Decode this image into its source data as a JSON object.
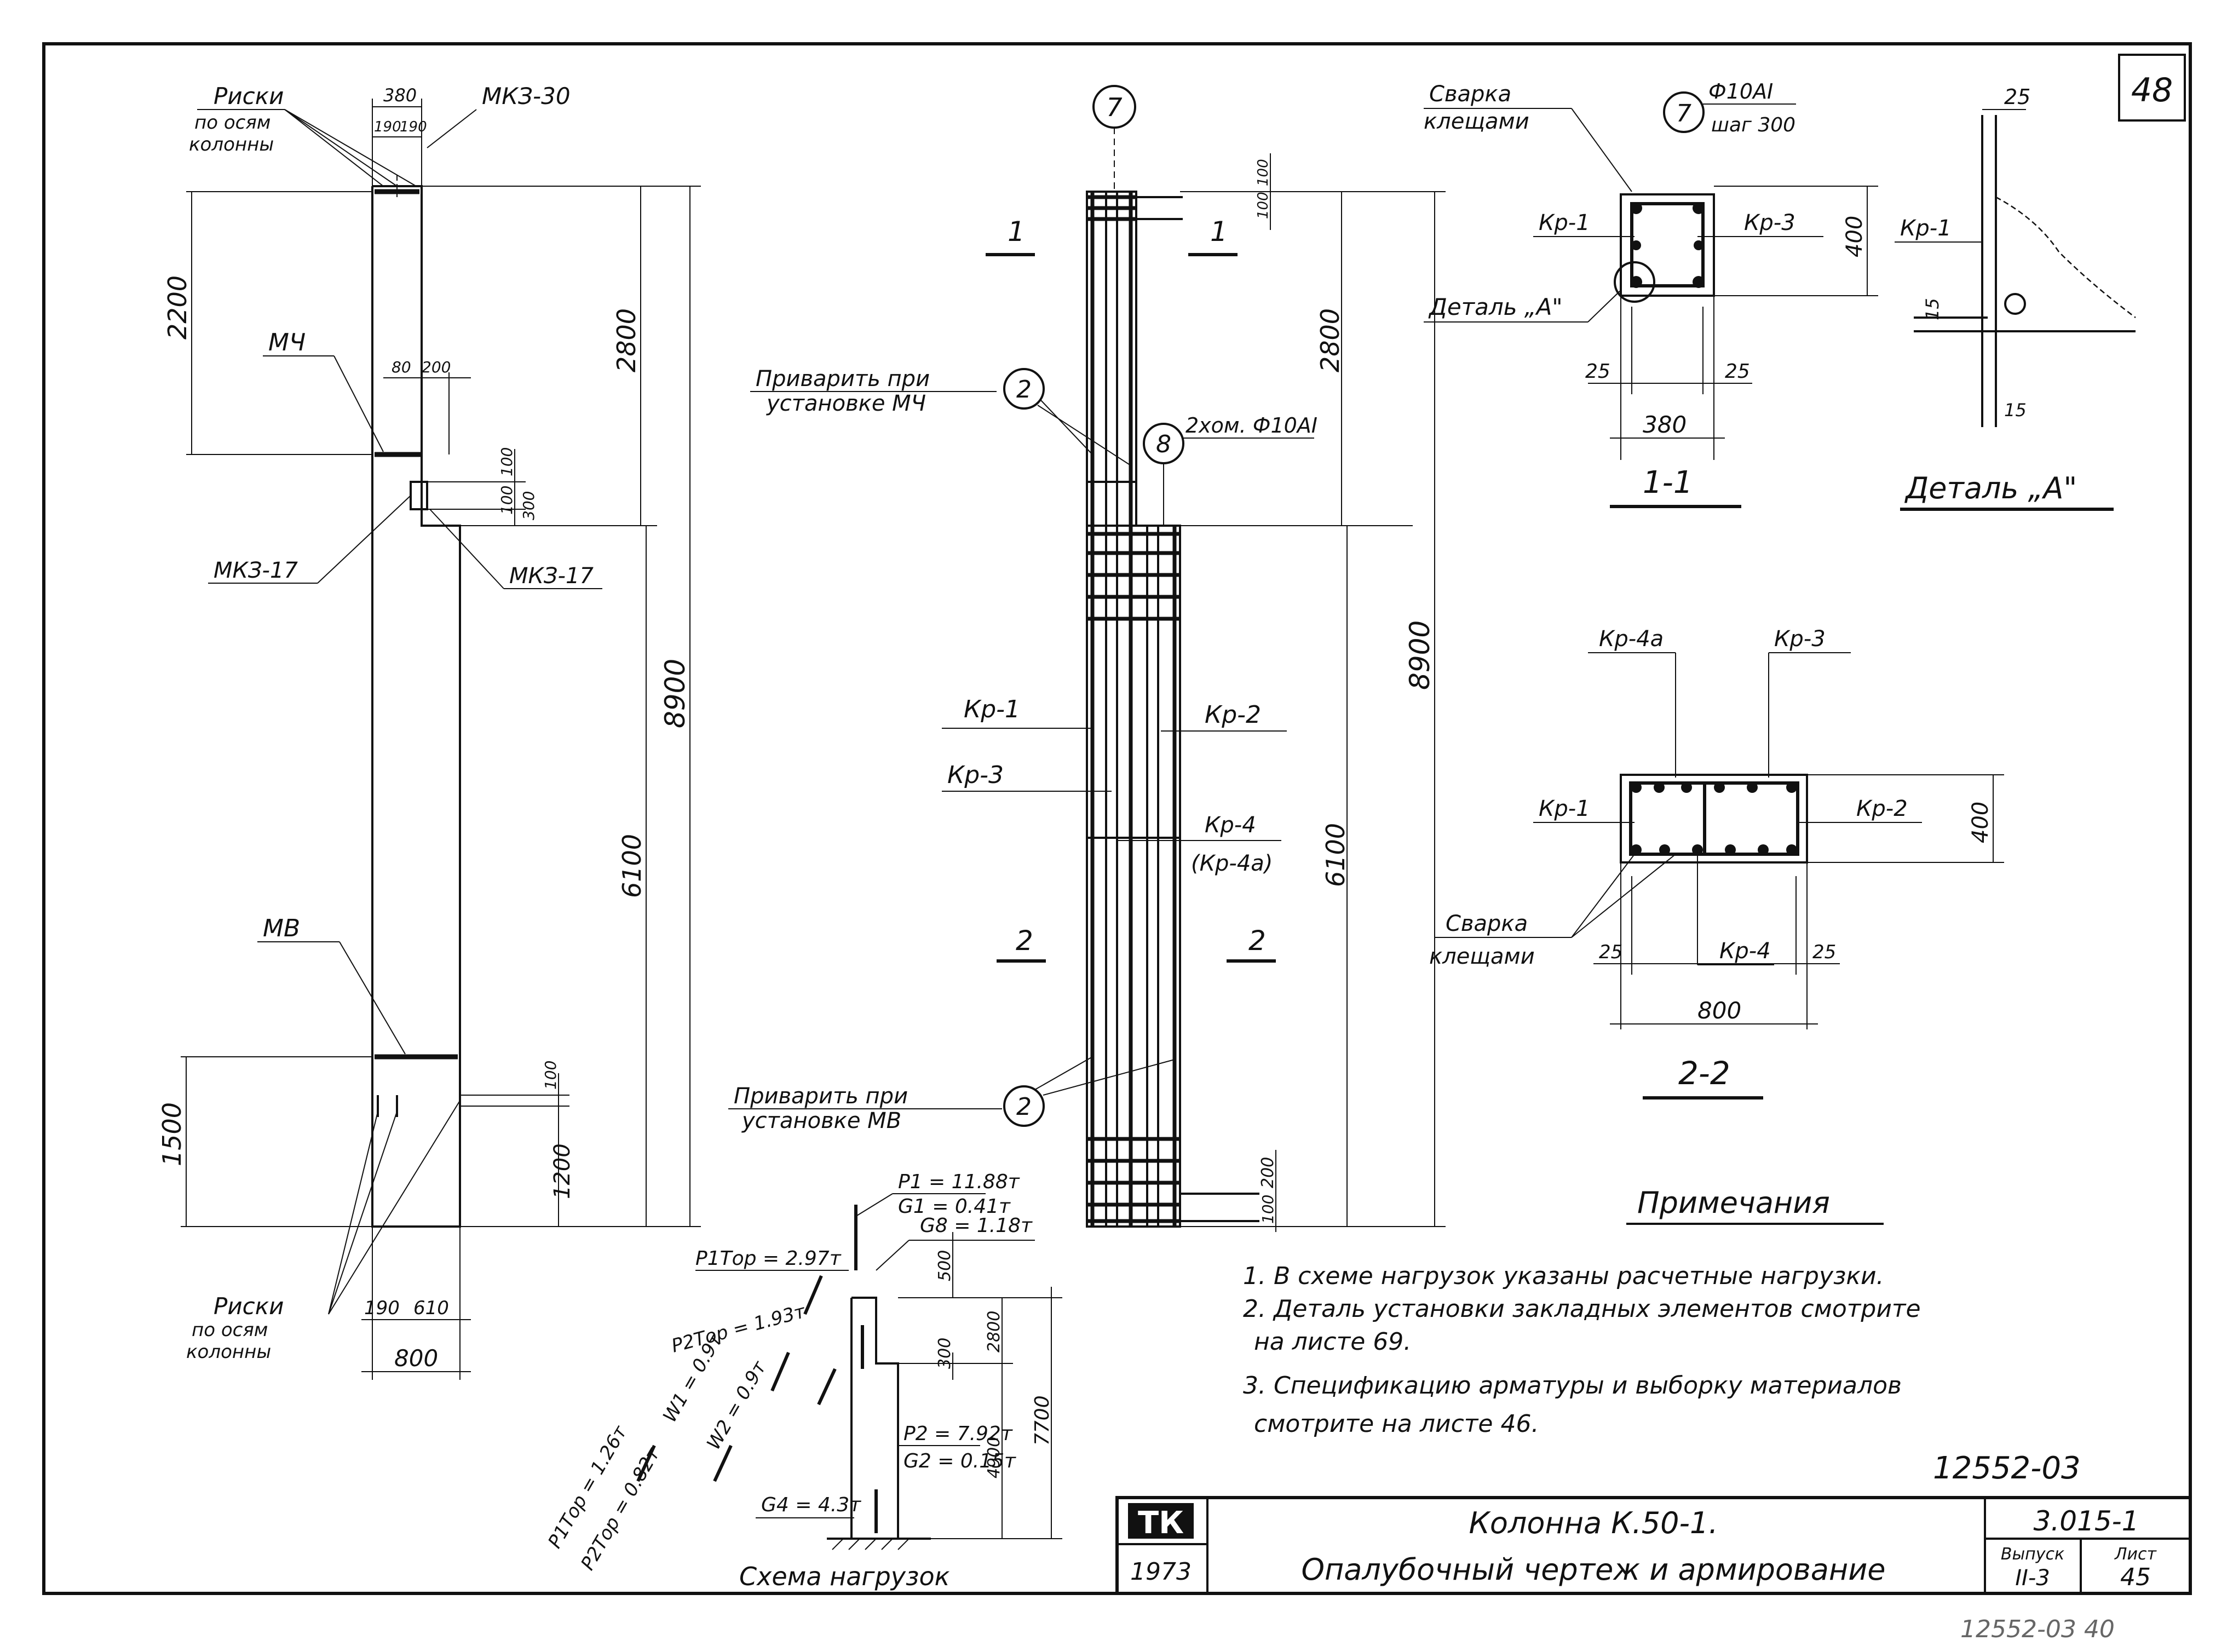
{
  "sheet_number": "48",
  "left_view": {
    "riski_top": [
      "Риски",
      "по осям",
      "колонны"
    ],
    "mkz30": "МКЗ-30",
    "dim_380": "380",
    "dim_190a": "190",
    "dim_190b": "190",
    "dim_2200": "2200",
    "dim_2800": "2800",
    "mch": "МЧ",
    "dim_80": "80",
    "dim_200": "200",
    "dim_100a": "100",
    "dim_100b": "100",
    "dim_300": "300",
    "mkz17_left": "МКЗ-17",
    "mkz17_right": "МКЗ-17",
    "dim_8900": "8900",
    "dim_6100": "6100",
    "mv": "МВ",
    "dim_1500": "1500",
    "dim_100c": "100",
    "dim_1200": "1200",
    "riski_bottom": [
      "Риски",
      "по осям",
      "колонны"
    ],
    "dim_190c": "190",
    "dim_610": "610",
    "dim_800": "800"
  },
  "mid_view": {
    "axis_7": "7",
    "sec1_left": "1",
    "sec1_right": "1",
    "dim_100a": "100",
    "dim_100b": "100",
    "weld_mch": [
      "Приварить при",
      "установке МЧ"
    ],
    "circle_2a": "2",
    "circle_8": "8",
    "two_hom": "2хом. Ф10АI",
    "dim_2800": "2800",
    "dim_8900": "8900",
    "dim_6100": "6100",
    "kr1": "Кр-1",
    "kr2": "Кр-2",
    "kr3": "Кр-3",
    "kr4": "Кр-4",
    "kr4a": "(Кр-4а)",
    "sec2_left": "2",
    "sec2_right": "2",
    "weld_mv": [
      "Приварить при",
      "установке МВ"
    ],
    "circle_2b": "2",
    "dim_200": "200",
    "dim_100c": "100"
  },
  "section_1": {
    "svarka": [
      "Сварка",
      "клещами"
    ],
    "axis_7": "7",
    "f10": "Ф10АI",
    "shag": "шаг 300",
    "kr1": "Кр-1",
    "kr3": "Кр-3",
    "dim_400": "400",
    "detail_a": "Деталь „А\"",
    "dim_25a": "25",
    "dim_25b": "25",
    "dim_380": "380",
    "title": "1-1"
  },
  "detail_a": {
    "dim_25": "25",
    "kr1": "Кр-1",
    "dim_15a": "15",
    "dim_15b": "15",
    "title": "Деталь „А\""
  },
  "section_2": {
    "kr4a": "Кр-4а",
    "kr3": "Кр-3",
    "kr1": "Кр-1",
    "kr2": "Кр-2",
    "dim_400": "400",
    "svarka": [
      "Сварка",
      "клещами"
    ],
    "dim_25a": "25",
    "kr4": "Кр-4",
    "dim_25b": "25",
    "dim_800": "800",
    "title": "2-2"
  },
  "load_scheme": {
    "p1": "P1 = 11.88т",
    "g1": "G1 = 0.41т",
    "p1_tor": "P1Tор = 2.97т",
    "g8": "G8 = 1.18т",
    "p2_tor_x": "P2Tор = 1.93т",
    "w1": "W1 = 0.9т",
    "w2": "W2 = 0.9т",
    "p1_tor_y": "P1Tор = 1.26т",
    "p2_tor_y": "P2Tор = 0.82т",
    "dim_500": "500",
    "dim_2800": "2800",
    "dim_300": "300",
    "dim_4900": "4900",
    "dim_7700": "7700",
    "p2": "P2 = 7.92т",
    "g2": "G2 = 0.15т",
    "g4": "G4 = 4.3т",
    "title": "Схема нагрузок"
  },
  "notes": {
    "heading": "Примечания",
    "lines": [
      "1. В схеме нагрузок указаны расчетные нагрузки.",
      "2. Деталь установки закладных элементов смотрите",
      "на листе 69.",
      "3. Спецификацию арматуры и выборку материалов",
      "смотрите на листе 46."
    ]
  },
  "title_block": {
    "doc_number": "12552-03",
    "logo": "ТК",
    "year": "1973",
    "title_line1": "Колонна К.50-1.",
    "title_line2": "Опалубочный чертеж и армирование",
    "series": "3.015-1",
    "vypusk_label": "Выпуск",
    "vypusk_value": "II-3",
    "list_label": "Лист",
    "list_value": "45",
    "stamp_bottom": "12552-03 40"
  }
}
